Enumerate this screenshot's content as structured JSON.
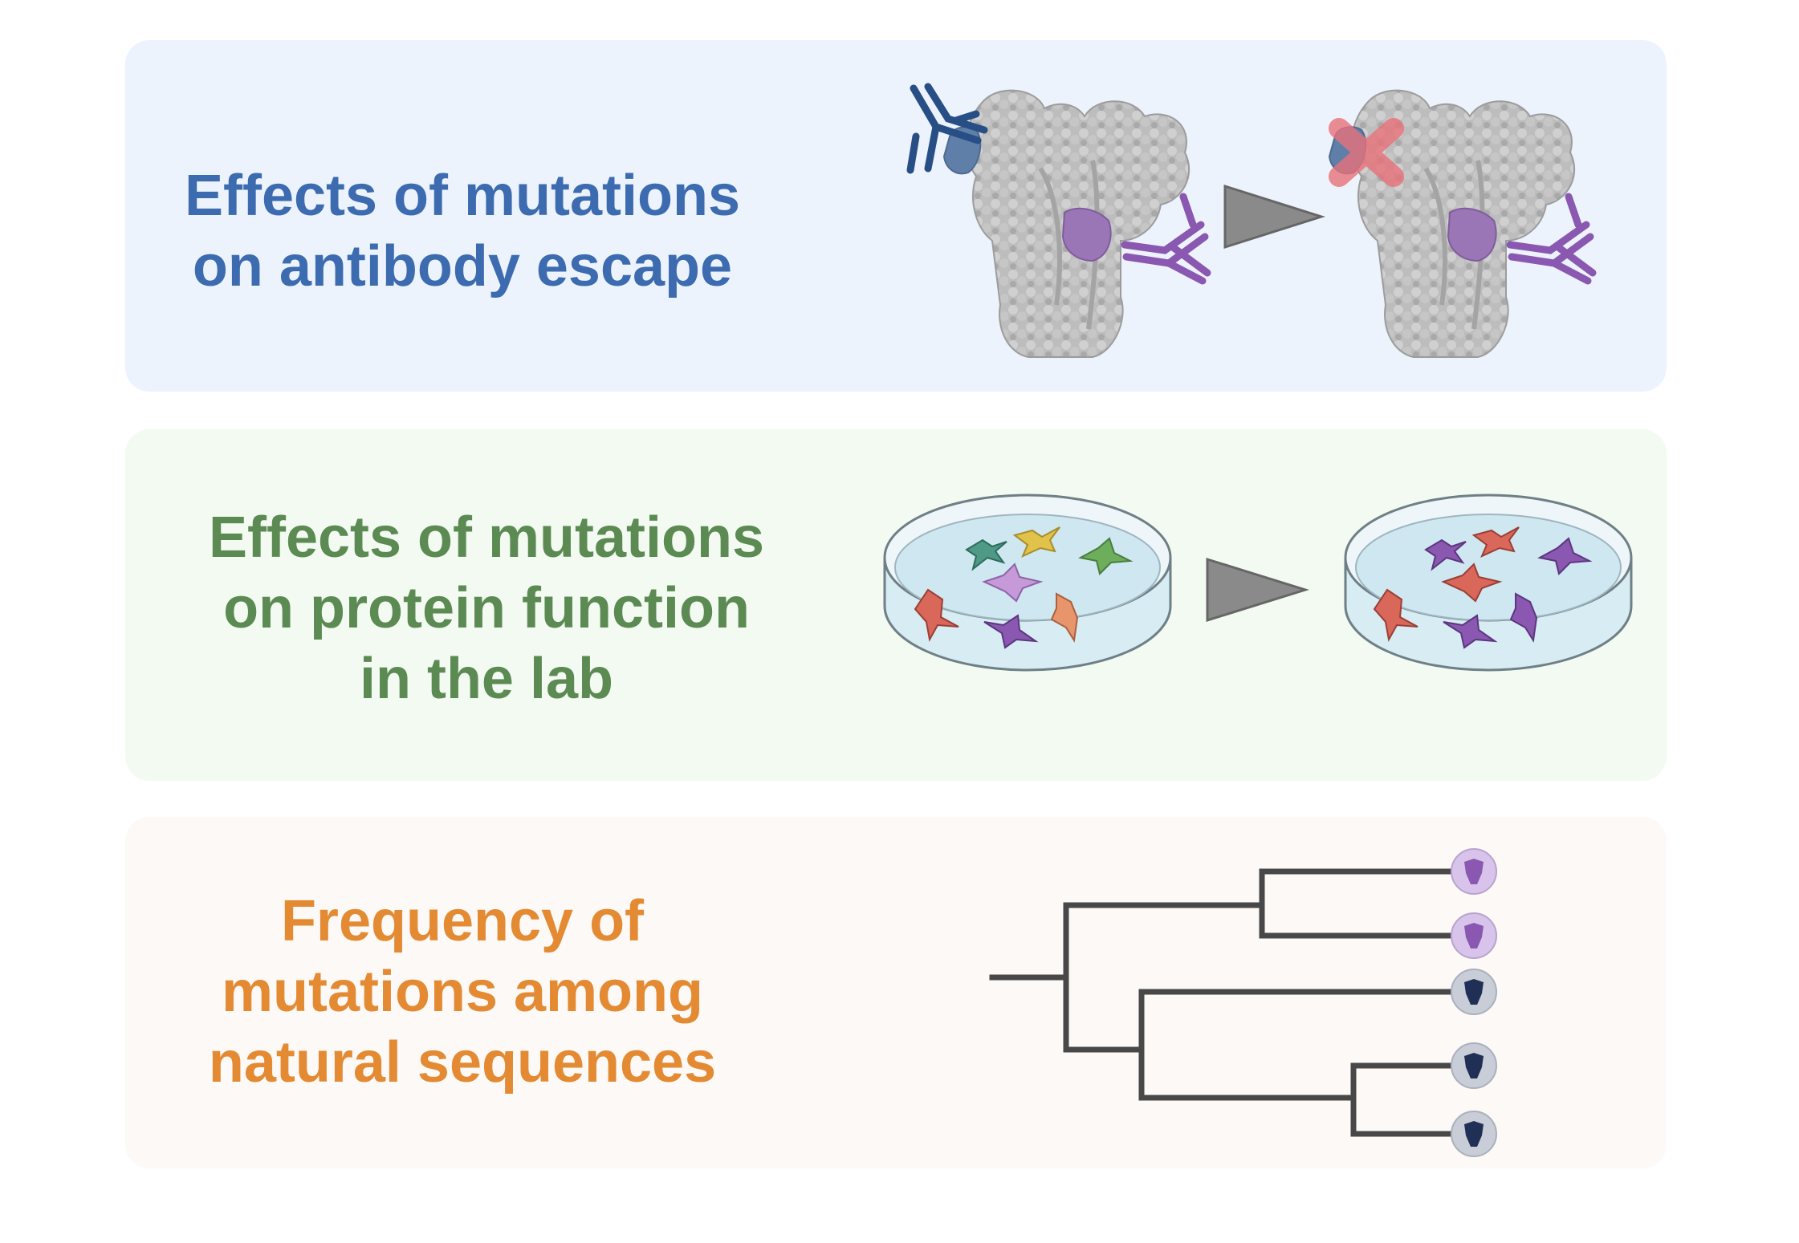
{
  "panels": [
    {
      "id": "antibody-escape",
      "label_lines": [
        "Effects of mutations",
        "on antibody escape"
      ],
      "color": "#3c6bb0",
      "background": "#ecf3fc"
    },
    {
      "id": "protein-function",
      "label_lines": [
        "Effects of mutations",
        "on protein function",
        "in the lab"
      ],
      "color": "#5c8a53",
      "background": "#f3faf2"
    },
    {
      "id": "natural-frequency",
      "label_lines": [
        "Frequency of",
        "mutations among",
        "natural sequences"
      ],
      "color": "#e38a33",
      "background": "#fcf9f7"
    }
  ],
  "icons": {
    "spike_protein": "spike-protein-icon",
    "antibody": "antibody-icon",
    "escape_mark": "x-mark-icon",
    "arrow": "right-arrow-icon",
    "petri_dish": "petri-dish-icon",
    "cell": "cell-icon",
    "tree": "phylogenetic-tree-icon"
  },
  "colors": {
    "antibody_blue": "#274f86",
    "antibody_purple": "#8a58b0",
    "escape_x": "#e8727a",
    "protein_gray": "#b8b8b8",
    "arrow_gray": "#8a8a8a",
    "tree_line": "#484848",
    "leaf_purple_bg": "#d8c4ea",
    "leaf_dark_bg": "#c9cdd7"
  },
  "tree_leaves": [
    {
      "variant": "purple"
    },
    {
      "variant": "purple"
    },
    {
      "variant": "dark"
    },
    {
      "variant": "dark"
    },
    {
      "variant": "dark"
    }
  ]
}
